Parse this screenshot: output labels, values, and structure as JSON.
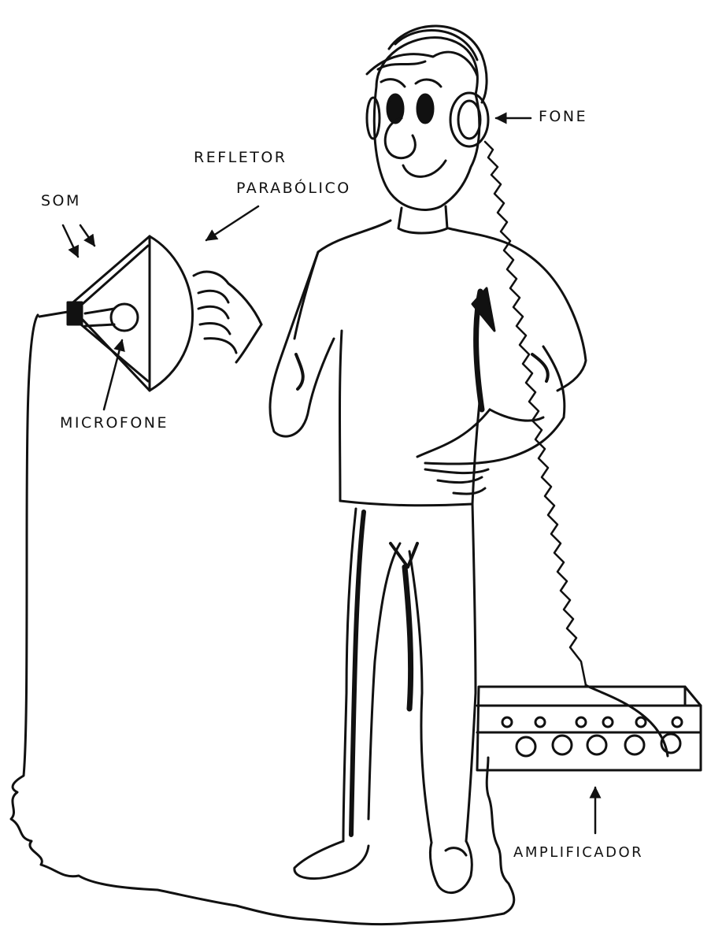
{
  "labels": {
    "som": "SOM",
    "refletor_line1": "REFLETOR",
    "refletor_line2": "PARABÓLICO",
    "fone": "FONE",
    "microfone": "MICROFONE",
    "amplificador": "AMPLIFICADOR"
  },
  "colors": {
    "ink": "#111111",
    "paper": "#ffffff"
  }
}
